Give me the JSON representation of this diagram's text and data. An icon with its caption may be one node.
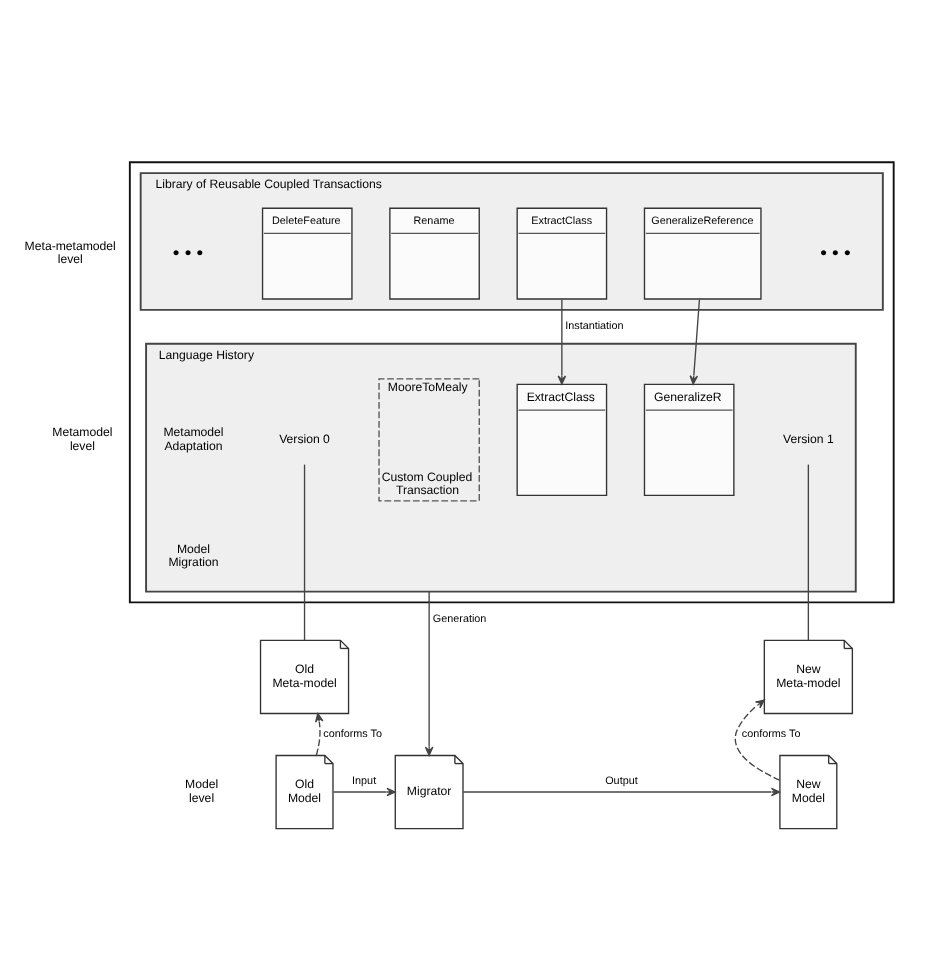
{
  "diagram": {
    "nodes": [
      {
        "text": [],
        "shape": "box"
      },
      {
        "text": [
          "Library of Reusable Coupled Transactions"
        ],
        "in": 0
      },
      {
        "text": [
          "DeleteFeature"
        ],
        "in": 1
      },
      {
        "text": [
          "Rename"
        ],
        "in": 1
      },
      {
        "text": [
          "ExtractClass"
        ],
        "in": 1
      },
      {
        "text": [
          "GeneralizeReference"
        ],
        "in": 1
      },
      {
        "text": [
          "Language History"
        ],
        "in": 0
      },
      {
        "text": [
          "Version 0"
        ],
        "in": 6
      },
      {
        "text": [
          "Version 1"
        ],
        "in": 6
      },
      {
        "text": [
          "MooreToMealy",
          "Custom Coupled Transaction"
        ],
        "in": 6
      },
      {
        "text": [
          "ExtractClass"
        ],
        "in": 6
      },
      {
        "text": [
          "GeneralizeR"
        ],
        "in": 6
      },
      {
        "text": [
          "Old Meta-model"
        ]
      },
      {
        "text": [
          "New Meta-model"
        ]
      },
      {
        "text": [
          "Old Model"
        ]
      },
      {
        "text": [
          "Migrator"
        ]
      },
      {
        "text": [
          "New Model"
        ]
      }
    ],
    "edges": [
      {
        "from": 4,
        "to": 10,
        "arrow": "to",
        "label": "Instantiation"
      },
      {
        "from": 5,
        "to": 11,
        "arrow": "to"
      },
      {
        "from": 7,
        "to": 12,
        "arrow": "none"
      },
      {
        "from": 8,
        "to": 13,
        "arrow": "none"
      },
      {
        "from": 6,
        "to": 15,
        "arrow": "to",
        "label": "Generation"
      },
      {
        "from": 14,
        "to": 12,
        "arrow": "to",
        "label": "conforms To",
        "style": "dashed"
      },
      {
        "from": 16,
        "to": 13,
        "arrow": "to",
        "label": "conforms To",
        "style": "dashed"
      },
      {
        "from": 14,
        "to": 15,
        "arrow": "to",
        "label": "Input"
      },
      {
        "from": 15,
        "to": 16,
        "arrow": "to",
        "label": "Output"
      }
    ],
    "labels": [
      "Meta-metamodel level",
      "• • •",
      "• • •",
      "Metamodel Adaptation",
      "Metamodel level",
      "Model Migration",
      "Model level"
    ]
  }
}
